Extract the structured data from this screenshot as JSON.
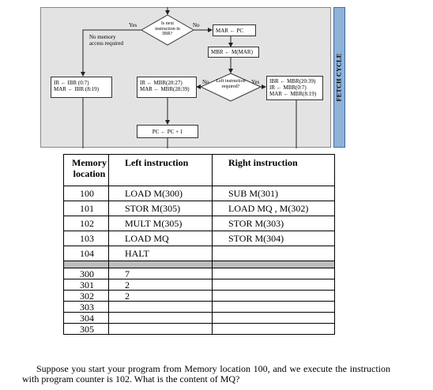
{
  "flowchart": {
    "cycle_label": "FETCH CYCLE",
    "decision_ibr": "Is next instruction in IBR?",
    "decision_left": "Left instruction required?",
    "yes": "Yes",
    "no": "No",
    "no_memory_note": "No memory access required",
    "mar_pc": "MAR ← PC",
    "mbr_mmar": "MBR ← M(MAR)",
    "ir_ibr": [
      "IR ← IBR (0:7)",
      "MAR ← IBR (8:19)"
    ],
    "ir_mbr_left": [
      "IR ← MBR(20:27)",
      "MAR ← MBR(28:39)"
    ],
    "ir_mbr_right": [
      "IBR ← MBR(20:39)",
      "IR ← MBR(0:7)",
      "MAR ← MBR(8:19)"
    ],
    "pc_inc": "PC ← PC + 1"
  },
  "table": {
    "headers": [
      "Memory location",
      "Left instruction",
      "Right instruction"
    ],
    "program_rows": [
      [
        "100",
        "LOAD M(300)",
        "SUB M(301)"
      ],
      [
        "101",
        "STOR M(305)",
        "LOAD MQ , M(302)"
      ],
      [
        "102",
        "MULT M(305)",
        "STOR M(303)"
      ],
      [
        "103",
        "LOAD MQ",
        "STOR M(304)"
      ],
      [
        "104",
        "HALT",
        ""
      ]
    ],
    "data_rows": [
      [
        "300",
        "7",
        ""
      ],
      [
        "301",
        "2",
        ""
      ],
      [
        "302",
        "2",
        ""
      ],
      [
        "303",
        "",
        ""
      ],
      [
        "304",
        "",
        ""
      ],
      [
        "305",
        "",
        ""
      ]
    ]
  },
  "question": "Suppose you start your program from Memory location 100, and we execute the instruction with program counter is 102. What is the content of MQ?"
}
